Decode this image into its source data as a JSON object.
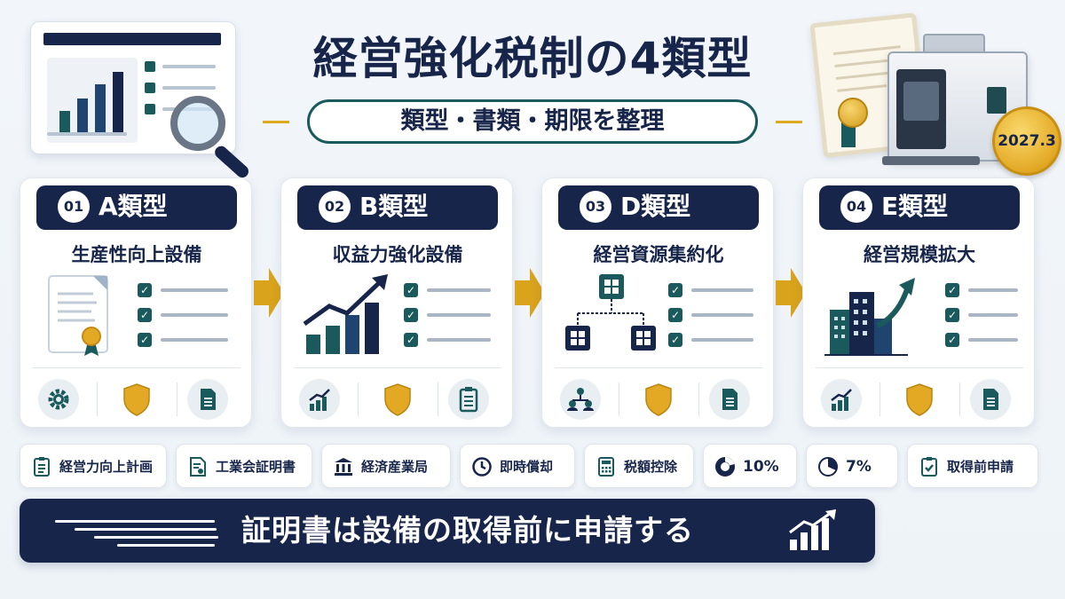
{
  "header": {
    "title": "経営強化税制の4類型",
    "subtitle": "類型・書類・期限を整理"
  },
  "date_seal": "2027.3",
  "colors": {
    "navy": "#17254a",
    "teal": "#1a5a5c",
    "gold": "#d9a31c"
  },
  "cards": [
    {
      "num": "01",
      "type": "A類型",
      "subtitle": "生産性向上設備",
      "illustration": "certificate-icon",
      "footer_icons": [
        "gear-icon",
        "shield-icon",
        "document-icon"
      ]
    },
    {
      "num": "02",
      "type": "B類型",
      "subtitle": "収益力強化設備",
      "illustration": "growth-chart-icon",
      "footer_icons": [
        "chart-icon",
        "shield-icon",
        "clipboard-icon"
      ]
    },
    {
      "num": "03",
      "type": "D類型",
      "subtitle": "経営資源集約化",
      "illustration": "org-chart-icon",
      "footer_icons": [
        "people-network-icon",
        "shield-icon",
        "document-icon"
      ]
    },
    {
      "num": "04",
      "type": "E類型",
      "subtitle": "経営規模拡大",
      "illustration": "buildings-growth-icon",
      "footer_icons": [
        "chart-icon",
        "shield-icon",
        "document-icon"
      ]
    }
  ],
  "chips": [
    {
      "label": "経営力向上計画",
      "icon": "checklist-icon"
    },
    {
      "label": "工業会証明書",
      "icon": "certificate-doc-icon"
    },
    {
      "label": "経済産業局",
      "icon": "government-building-icon"
    },
    {
      "label": "即時償却",
      "icon": "clock-icon"
    },
    {
      "label": "税額控除",
      "icon": "calculator-icon"
    },
    {
      "label": "10%",
      "icon": "donut-chart-icon"
    },
    {
      "label": "7%",
      "icon": "pie-chart-icon"
    },
    {
      "label": "取得前申請",
      "icon": "check-clipboard-icon"
    }
  ],
  "banner": {
    "text": "証明書は設備の取得前に申請する",
    "icon": "rising-chart-icon"
  }
}
